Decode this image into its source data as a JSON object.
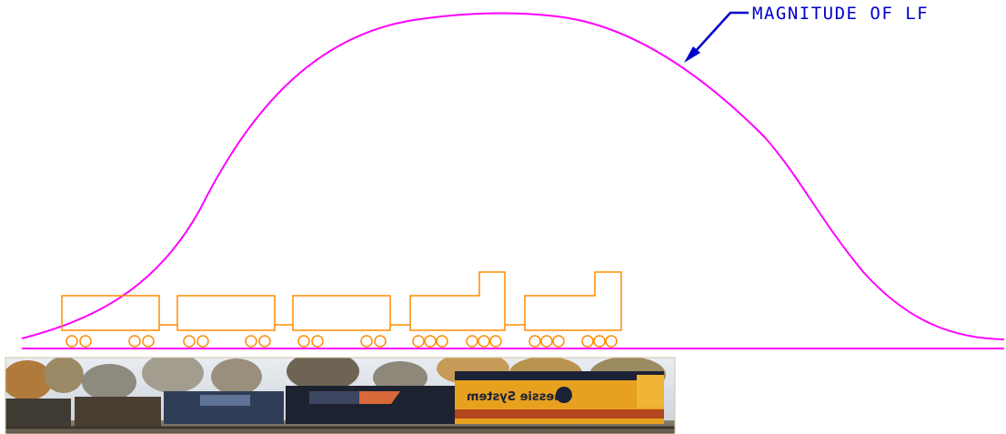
{
  "annotation": {
    "label": "MAGNITUDE OF LF"
  },
  "colors": {
    "curve": "#ff00ff",
    "baseline": "#ff00ff",
    "train_outline": "#ff8c00",
    "arrow": "#0000cc",
    "label": "#0000cc"
  },
  "train": {
    "units": [
      {
        "type": "car",
        "axle_groups": [
          2,
          2
        ]
      },
      {
        "type": "car",
        "axle_groups": [
          2,
          2
        ]
      },
      {
        "type": "car",
        "axle_groups": [
          2,
          2
        ]
      },
      {
        "type": "locomotive",
        "axle_groups": [
          3,
          3
        ]
      },
      {
        "type": "locomotive",
        "axle_groups": [
          3,
          3
        ]
      }
    ]
  },
  "photo": {
    "subject": "freight-train-photo",
    "visible_lettering": "Chessie System"
  }
}
